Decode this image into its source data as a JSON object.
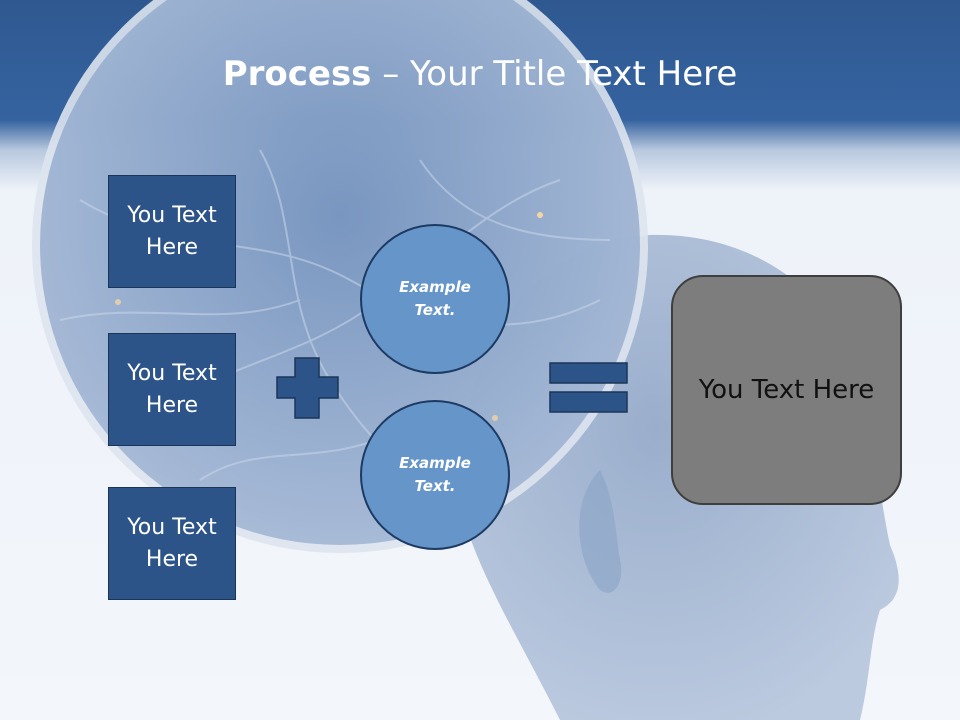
{
  "title": {
    "bold": "Process",
    "rest": " – Your Title Text Here"
  },
  "left_boxes": [
    {
      "label": "You Text Here"
    },
    {
      "label": "You Text Here"
    },
    {
      "label": "You Text Here"
    }
  ],
  "circles": [
    {
      "label": "Example Text."
    },
    {
      "label": "Example Text."
    }
  ],
  "result": {
    "label": "You Text Here"
  },
  "colors": {
    "header": "#3563a0",
    "box": "#2d5488",
    "circle": "#6595c9",
    "result": "#7d7d7d"
  }
}
